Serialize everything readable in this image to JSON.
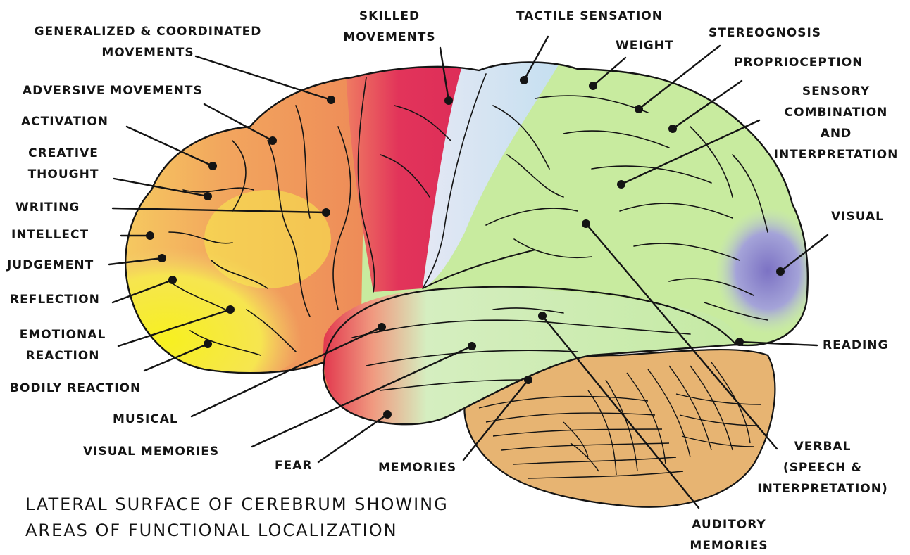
{
  "title": {
    "line1": "LATERAL SURFACE OF CEREBRUM SHOWING",
    "line2": "AREAS OF FUNCTIONAL LOCALIZATION"
  },
  "labels": {
    "generalized_line1": "GENERALIZED & COORDINATED",
    "generalized_line2": "MOVEMENTS",
    "skilled_line1": "SKILLED",
    "skilled_line2": "MOVEMENTS",
    "tactile": "TACTILE SENSATION",
    "weight": "WEIGHT",
    "stereognosis": "STEREOGNOSIS",
    "proprioception": "PROPRIOCEPTION",
    "sensory_line1": "SENSORY",
    "sensory_line2": "COMBINATION",
    "sensory_line3": "AND",
    "sensory_line4": "INTERPRETATION",
    "adversive": "ADVERSIVE MOVEMENTS",
    "activation": "ACTIVATION",
    "creative_line1": "CREATIVE",
    "creative_line2": "THOUGHT",
    "writing": "WRITING",
    "intellect": "INTELLECT",
    "judgement": "JUDGEMENT",
    "reflection": "REFLECTION",
    "emotional_line1": "EMOTIONAL",
    "emotional_line2": "REACTION",
    "bodily": "BODILY REACTION",
    "musical": "MUSICAL",
    "visual_memories": "VISUAL MEMORIES",
    "fear": "FEAR",
    "memories": "MEMORIES",
    "visual": "VISUAL",
    "reading": "READING",
    "verbal_line1": "VERBAL",
    "verbal_line2": "(SPEECH &",
    "verbal_line3": "INTERPRETATION)",
    "auditory_line1": "AUDITORY",
    "auditory_line2": "MEMORIES"
  },
  "colors": {
    "frontal_orange": "#f1a060",
    "prefrontal_yellow": "#f7f030",
    "motor_red": "#e2345a",
    "sensory_blue": "#cfe2ee",
    "parietal_green": "#c9ec9e",
    "occipital_violet": "#8d88cc",
    "cerebellum_tan": "#e5b070",
    "temporal_pole_red": "#e4405c",
    "outline": "#141414"
  }
}
